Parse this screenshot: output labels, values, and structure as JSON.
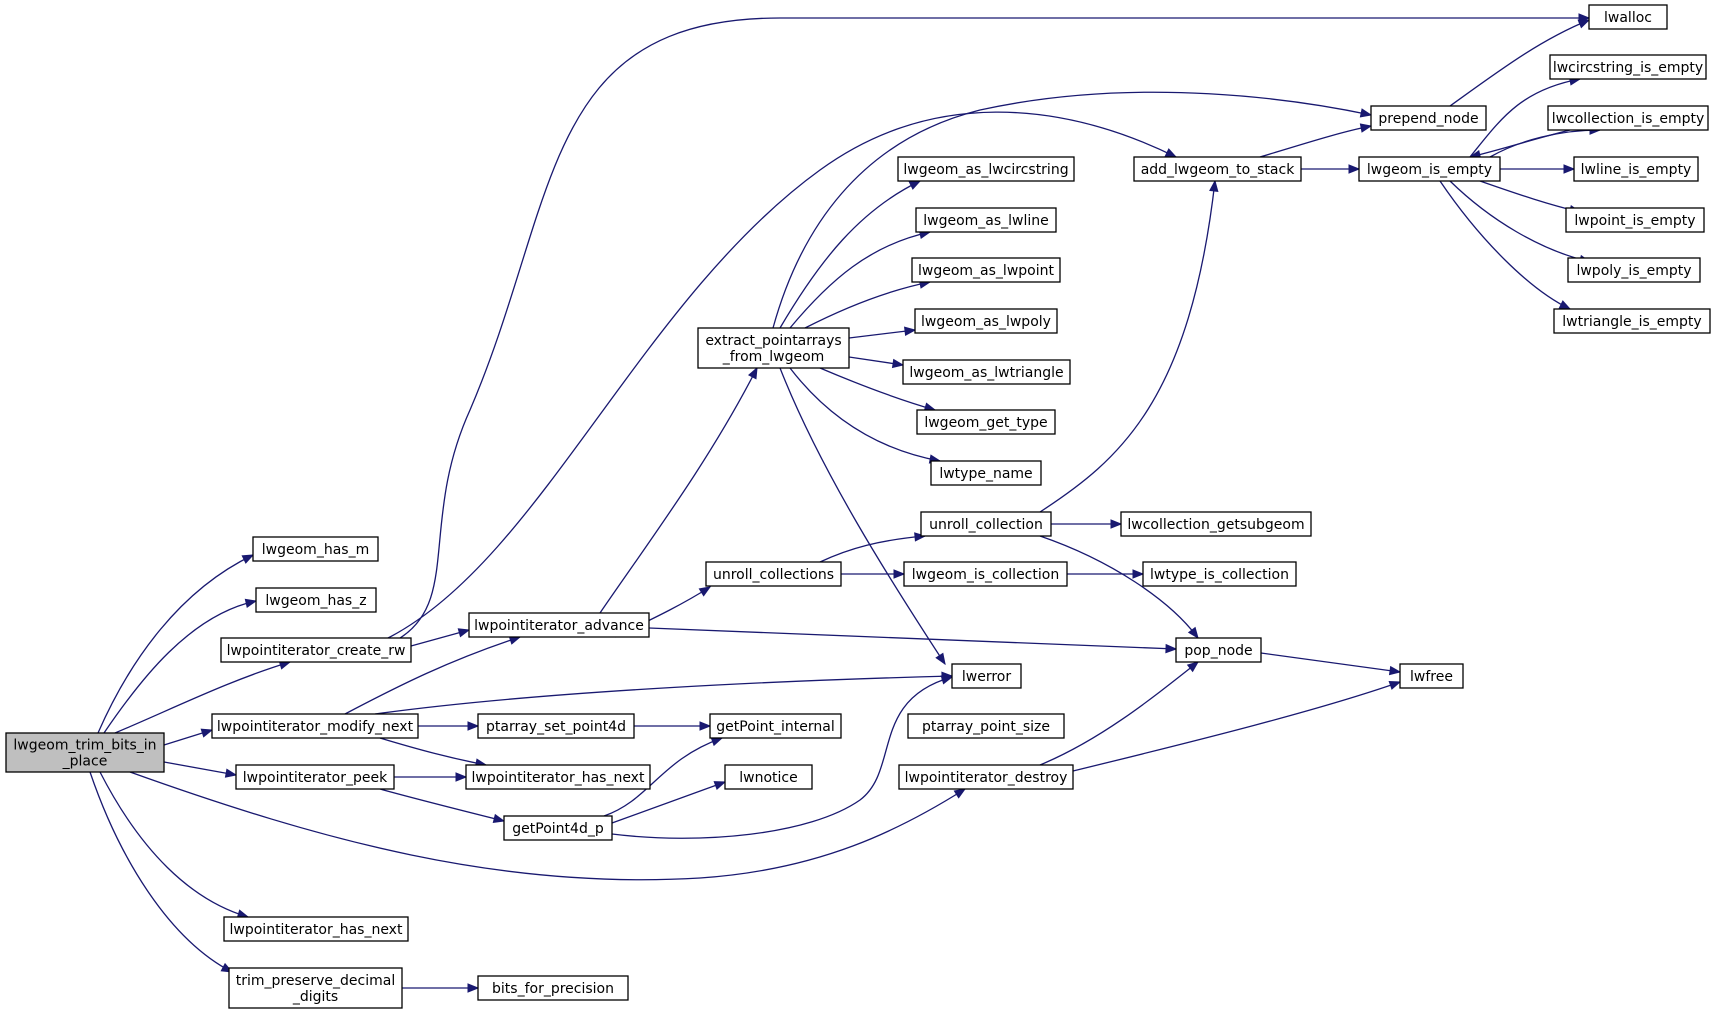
{
  "nodes": {
    "lwgeom_trim_bits_in_place": [
      "lwgeom_trim_bits_in",
      "_place"
    ],
    "lwgeom_has_m": [
      "lwgeom_has_m"
    ],
    "lwgeom_has_z": [
      "lwgeom_has_z"
    ],
    "lwpointiterator_create_rw": [
      "lwpointiterator_create_rw"
    ],
    "lwpointiterator_modify_next": [
      "lwpointiterator_modify_next"
    ],
    "lwpointiterator_peek": [
      "lwpointiterator_peek"
    ],
    "lwpointiterator_has_next_a": [
      "lwpointiterator_has_next"
    ],
    "trim_preserve_decimal_digits": [
      "trim_preserve_decimal",
      "_digits"
    ],
    "lwpointiterator_advance": [
      "lwpointiterator_advance"
    ],
    "ptarray_set_point4d": [
      "ptarray_set_point4d"
    ],
    "lwpointiterator_has_next_b": [
      "lwpointiterator_has_next"
    ],
    "getPoint4d_p": [
      "getPoint4d_p"
    ],
    "bits_for_precision": [
      "bits_for_precision"
    ],
    "extract_pointarrays_from_lwgeom": [
      "extract_pointarrays",
      "_from_lwgeom"
    ],
    "unroll_collections": [
      "unroll_collections"
    ],
    "getPoint_internal": [
      "getPoint_internal"
    ],
    "lwnotice": [
      "lwnotice"
    ],
    "lwgeom_as_lwcircstring": [
      "lwgeom_as_lwcircstring"
    ],
    "lwgeom_as_lwline": [
      "lwgeom_as_lwline"
    ],
    "lwgeom_as_lwpoint": [
      "lwgeom_as_lwpoint"
    ],
    "lwgeom_as_lwpoly": [
      "lwgeom_as_lwpoly"
    ],
    "lwgeom_as_lwtriangle": [
      "lwgeom_as_lwtriangle"
    ],
    "lwgeom_get_type": [
      "lwgeom_get_type"
    ],
    "lwtype_name": [
      "lwtype_name"
    ],
    "unroll_collection": [
      "unroll_collection"
    ],
    "lwgeom_is_collection": [
      "lwgeom_is_collection"
    ],
    "lwerror": [
      "lwerror"
    ],
    "ptarray_point_size": [
      "ptarray_point_size"
    ],
    "lwpointiterator_destroy": [
      "lwpointiterator_destroy"
    ],
    "add_lwgeom_to_stack": [
      "add_lwgeom_to_stack"
    ],
    "lwcollection_getsubgeom": [
      "lwcollection_getsubgeom"
    ],
    "lwtype_is_collection": [
      "lwtype_is_collection"
    ],
    "pop_node": [
      "pop_node"
    ],
    "prepend_node": [
      "prepend_node"
    ],
    "lwgeom_is_empty": [
      "lwgeom_is_empty"
    ],
    "lwalloc": [
      "lwalloc"
    ],
    "lwfree": [
      "lwfree"
    ],
    "lwcircstring_is_empty": [
      "lwcircstring_is_empty"
    ],
    "lwcollection_is_empty": [
      "lwcollection_is_empty"
    ],
    "lwline_is_empty": [
      "lwline_is_empty"
    ],
    "lwpoint_is_empty": [
      "lwpoint_is_empty"
    ],
    "lwpoly_is_empty": [
      "lwpoly_is_empty"
    ],
    "lwtriangle_is_empty": [
      "lwtriangle_is_empty"
    ]
  },
  "colors": {
    "edge": "#191970",
    "root_fill": "#bfbfbf",
    "node_fill": "#ffffff"
  }
}
